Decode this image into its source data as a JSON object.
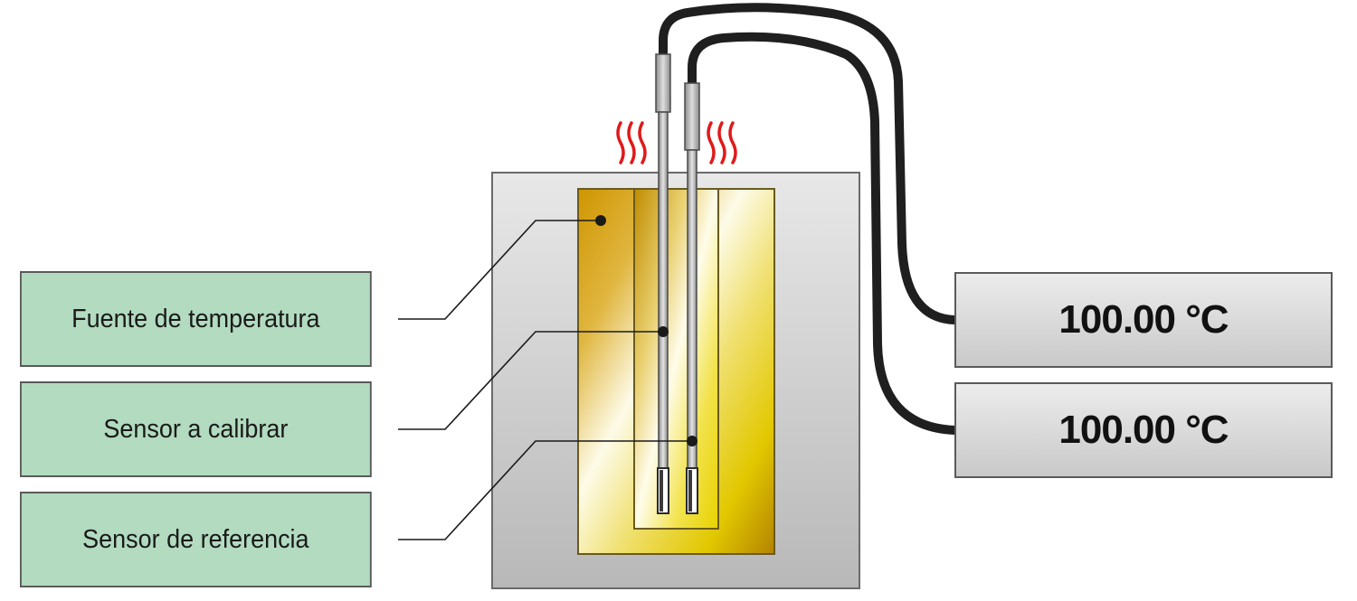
{
  "labels": {
    "source": "Fuente de temperatura",
    "sensor_to_calibrate": "Sensor a calibrar",
    "reference_sensor": "Sensor de referencia"
  },
  "readouts": {
    "sensor_to_calibrate": "100.00 °C",
    "reference_sensor": "100.00 °C"
  },
  "colors": {
    "label_fill": "#b2dbc0",
    "heat_waves": "#e0191b",
    "block_gold": "#d9a400",
    "housing": "#cfcfcf",
    "cable": "#1f1f1f"
  }
}
